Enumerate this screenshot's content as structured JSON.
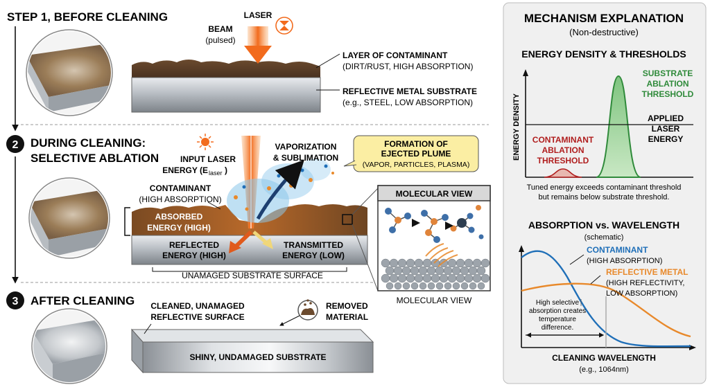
{
  "step1": {
    "title": "STEP 1, BEFORE CLEANING",
    "laser_line1": "LASER",
    "laser_line2": "BEAM",
    "laser_sub": "(pulsed)",
    "contaminant_title": "LAYER OF CONTAMINANT",
    "contaminant_sub": "(DIRT/RUST, HIGH ABSORPTION)",
    "substrate_title": "REFLECTIVE METAL SUBSTRATE",
    "substrate_sub": "(e.g., STEEL, LOW ABSORPTION)"
  },
  "step2": {
    "number": "2",
    "title_line1": "DURING CLEANING:",
    "title_line2": "SELECTIVE ABLATION",
    "input_line1": "INPUT LASER",
    "input_line2": "ENERGY (E",
    "input_sub": "laser",
    "input_close": ")",
    "vapor_line1": "VAPORIZATION",
    "vapor_line2": "& SUBLIMATION",
    "plume_line1": "FORMATION OF",
    "plume_line2": "EJECTED PLUME",
    "plume_sub": "(VAPOR, PARTICLES, PLASMA)",
    "contaminant_title": "CONTAMINANT",
    "contaminant_sub": "(HIGH ABSORPTION)",
    "absorbed_line1": "ABSORBED",
    "absorbed_line2": "ENERGY (HIGH)",
    "reflected_line1": "REFLECTED",
    "reflected_line2": "ENERGY (HIGH)",
    "transmitted_line1": "TRANSMITTED",
    "transmitted_line2": "ENERGY (LOW)",
    "surface_label": "UNAMAGED SUBSTRATE SURFACE",
    "molecular_title": "MOLECULAR VIEW",
    "molecular_caption": "MOLECULAR VIEW"
  },
  "step3": {
    "number": "3",
    "title": "AFTER CLEANING",
    "cleaned_line1": "CLEANED, UNAMAGED",
    "cleaned_line2": "REFLECTIVE SURFACE",
    "removed_line1": "REMOVED",
    "removed_line2": "MATERIAL",
    "shiny_label": "SHINY, UNDAMAGED SUBSTRATE"
  },
  "mechanism": {
    "title": "MECHANISM EXPLANATION",
    "subtitle": "(Non-destructive)",
    "energy_title": "ENERGY DENSITY & THRESHOLDS",
    "energy_ylabel": "ENERGY DENSITY",
    "substrate_line1": "SUBSTRATE",
    "substrate_line2": "ABLATION",
    "substrate_line3": "THRESHOLD",
    "applied_line1": "APPLIED",
    "applied_line2": "LASER",
    "applied_line3": "ENERGY",
    "contaminant_line1": "CONTAMINANT",
    "contaminant_line2": "ABLATION",
    "contaminant_line3": "THRESHOLD",
    "note_line1": "Tuned energy exceeds contaminant threshold",
    "note_line2": "but remains below substrate threshold.",
    "absorption_title": "ABSORPTION vs. WAVELENGTH",
    "absorption_subtitle": "(schematic)",
    "series_contaminant": "CONTAMINANT",
    "series_contaminant_sub": "(HIGH ABSORPTION)",
    "series_metal": "REFLECTIVE METAL",
    "series_metal_sub1": "(HIGH REFLECTIVITY,",
    "series_metal_sub2": "LOW ABSORPTION)",
    "callout_line1": "High selective",
    "callout_line2": "absorption creates",
    "callout_line3": "temperature",
    "callout_line4": "difference.",
    "xlabel": "CLEANING WAVELENGTH",
    "xlabel_sub": "(e.g., 1064nm)"
  },
  "colors": {
    "laser": "#f26b1d",
    "contaminant_curve": "#1f6fb8",
    "metal_curve": "#e8892b",
    "substrate_threshold": "#2f8a3a",
    "contaminant_threshold": "#b01e1e"
  }
}
